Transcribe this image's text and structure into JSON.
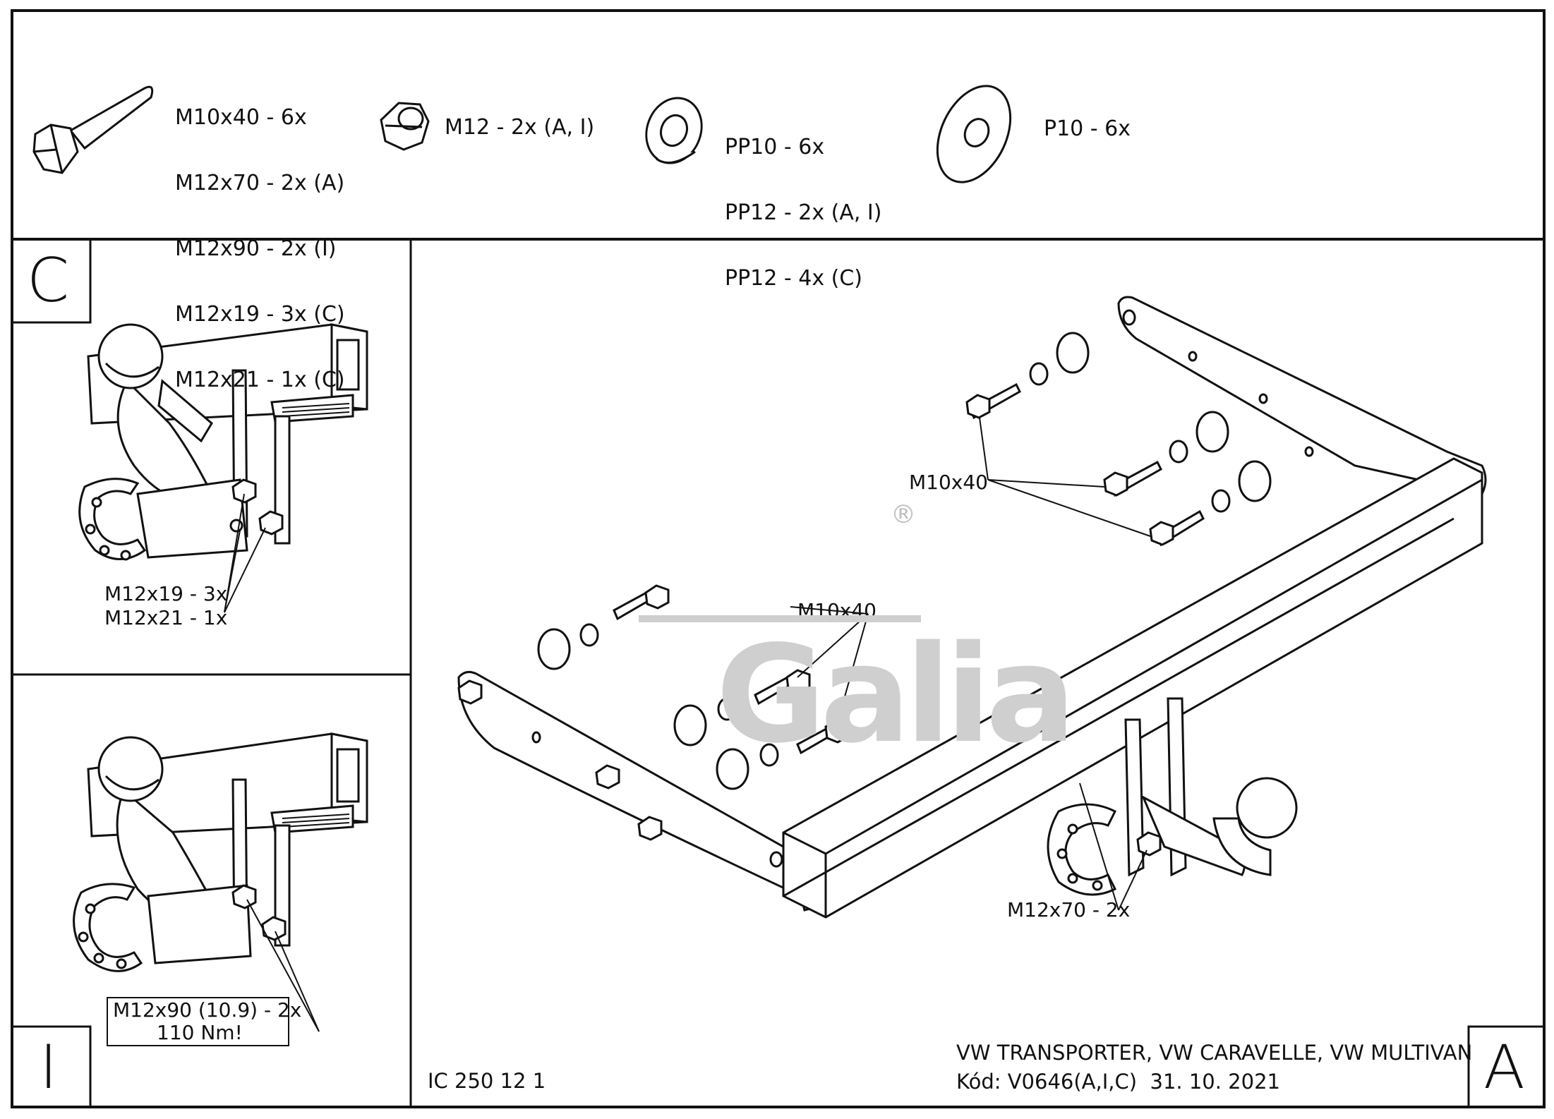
{
  "hardware": {
    "bolt": [
      "M10x40 - 6x",
      "M12x70 - 2x (A)",
      "M12x90 - 2x (I)",
      "M12x19 - 3x (C)",
      "M12x21 - 1x (C)"
    ],
    "nut": "M12 - 2x (A, I)",
    "spring_washers": [
      "PP10 - 6x",
      "PP12 - 2x (A, I)",
      "PP12 - 4x (C)"
    ],
    "flat_washer": "P10 - 6x"
  },
  "panels": {
    "c": {
      "letter": "C",
      "callout_1": "M12x19 - 3x",
      "callout_2": "M12x21 - 1x"
    },
    "i": {
      "letter": "I",
      "box_line_1": "M12x90 (10.9) - 2x",
      "box_line_2": "110 Nm!"
    },
    "a": {
      "letter": "A",
      "callout_top": "M10x40",
      "callout_left": "M10x40",
      "callout_bottom": "M12x70 - 2x"
    }
  },
  "logo": {
    "text": "Galia",
    "mark": "®"
  },
  "footer": {
    "drawing_code": "IC 250 12 1",
    "vehicles": "VW TRANSPORTER, VW CARAVELLE, VW MULTIVAN",
    "code_line": "Kód: V0646(A,I,C)  31. 10. 2021"
  }
}
